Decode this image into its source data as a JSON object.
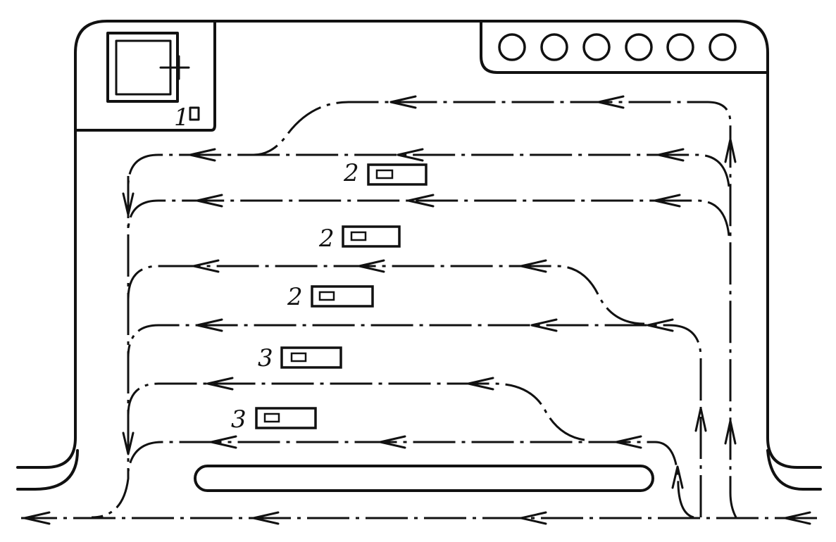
{
  "diagram": {
    "building_label": "1",
    "station_labels": [
      "2",
      "2",
      "2",
      "3",
      "3"
    ],
    "bay_circle_count": 6
  }
}
